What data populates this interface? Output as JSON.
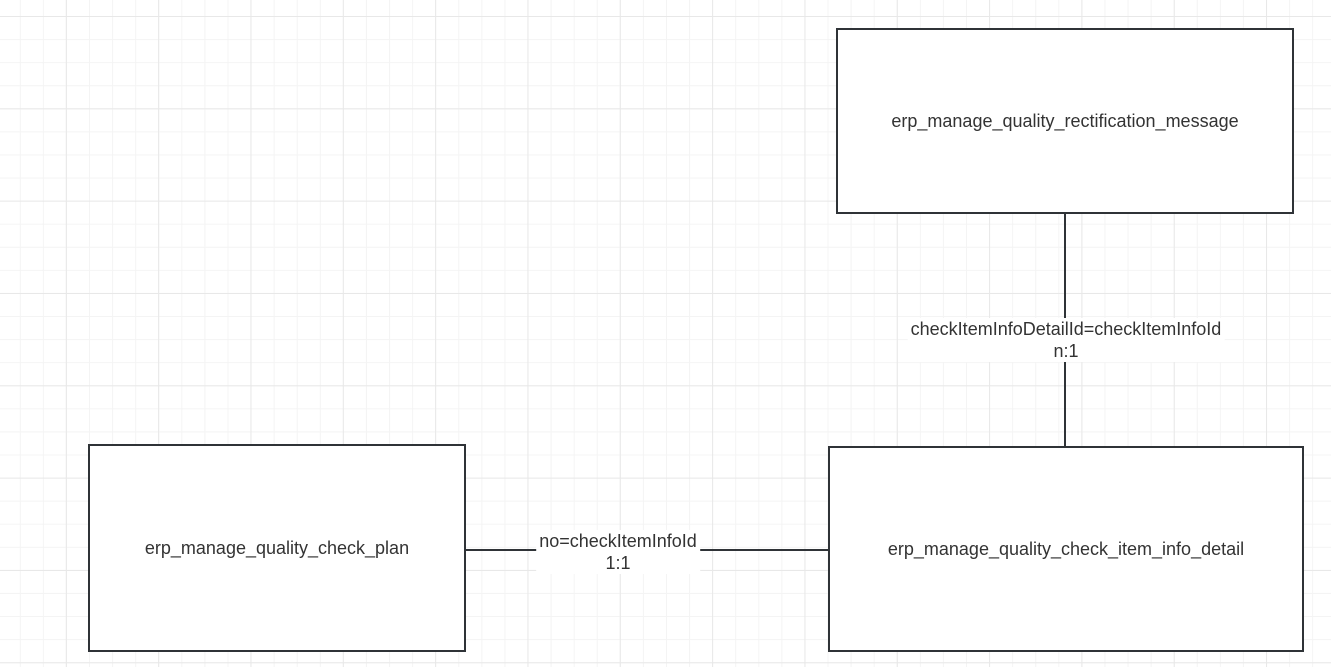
{
  "diagram": {
    "type": "entity-relationship",
    "colors": {
      "background": "#ffffff",
      "grid_minor": "#f4f4f4",
      "grid_major": "#e8e8e8",
      "entity_border": "#2f3337",
      "entity_fill": "#ffffff",
      "text": "#333333",
      "edge": "#2f3337"
    },
    "entities": [
      {
        "label": "erp_manage_quality_rectification_message"
      },
      {
        "label": "erp_manage_quality_check_plan"
      },
      {
        "label": "erp_manage_quality_check_item_info_detail"
      }
    ],
    "relationships": [
      {
        "from": "erp_manage_quality_rectification_message",
        "to": "erp_manage_quality_check_item_info_detail",
        "condition": "checkItemInfoDetailId=checkItemInfoId",
        "cardinality": "n:1",
        "orientation": "vertical"
      },
      {
        "from": "erp_manage_quality_check_plan",
        "to": "erp_manage_quality_check_item_info_detail",
        "condition": "no=checkItemInfoId",
        "cardinality": "1:1",
        "orientation": "horizontal"
      }
    ]
  }
}
